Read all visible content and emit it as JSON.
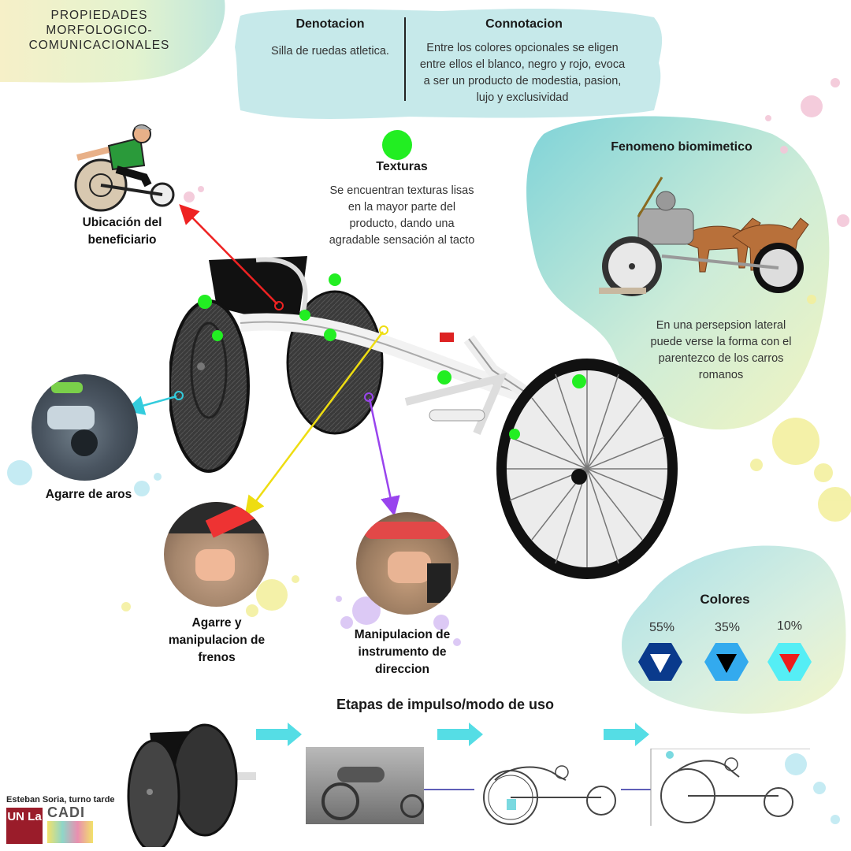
{
  "title": "PROPIEDADES MORFOLOGICO- COMUNICACIONALES",
  "title_lines": [
    "PROPIEDADES",
    "MORFOLOGICO-",
    "COMUNICACIONALES"
  ],
  "denotacion": {
    "heading": "Denotacion",
    "text": "Silla de ruedas atletica."
  },
  "connotacion": {
    "heading": "Connotacion",
    "text": "Entre los colores opcionales se eligen entre ellos el blanco, negro y rojo, evoca a ser un producto de modestia, pasion, lujo y exclusividad"
  },
  "texturas": {
    "heading": "Texturas",
    "text": "Se encuentran texturas lisas en la mayor parte del producto, dando una agradable sensación al tacto"
  },
  "fenomeno": {
    "heading": "Fenomeno biomimetico",
    "text": "En una persepsion lateral puede verse la forma con el parentezco de los carros romanos"
  },
  "labels": {
    "ubicacion": "Ubicación del beneficiario",
    "aros": "Agarre de aros",
    "frenos": "Agarre y manipulacion de frenos",
    "direccion": "Manipulacion de instrumento de direccion"
  },
  "colores": {
    "heading": "Colores",
    "items": [
      {
        "pct": "55%",
        "fill": "#0a3a8c"
      },
      {
        "pct": "35%",
        "fill": "#000000"
      },
      {
        "pct": "10%",
        "fill": "#ee1c1c"
      }
    ]
  },
  "etapas": {
    "heading": "Etapas de impulso/modo de uso"
  },
  "author": "Esteban Soria, turno tarde",
  "logos": {
    "unla": "UN La",
    "cadi": "CADI"
  },
  "accent_colors": {
    "green_dot": "#22ee22",
    "arrow_red": "#ee2222",
    "arrow_cyan": "#33ccdd",
    "arrow_yellow": "#eedd11",
    "arrow_purple": "#9944ee",
    "stage_arrow": "#55dde5"
  }
}
